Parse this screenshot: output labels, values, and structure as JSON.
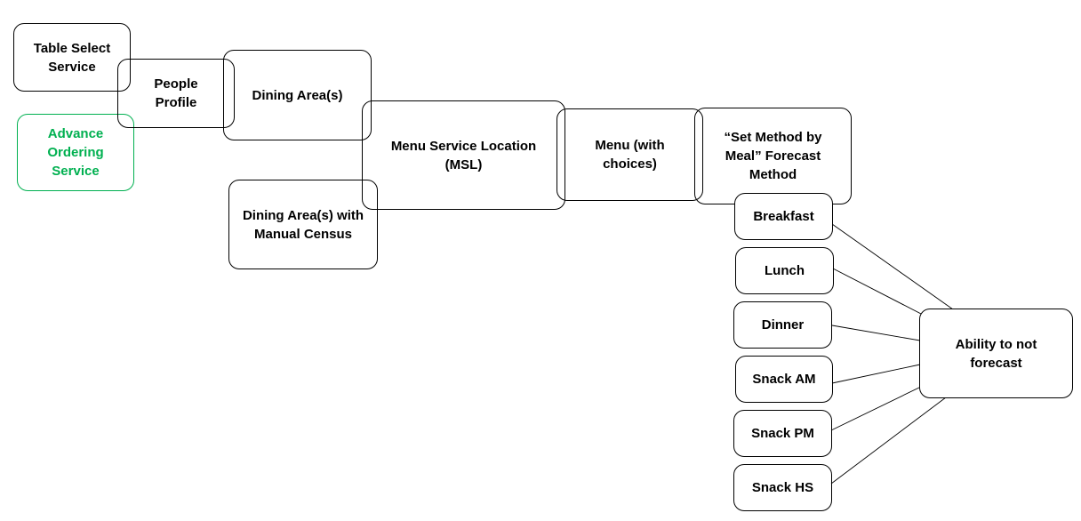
{
  "colors": {
    "stroke": "#000000",
    "text": "#000000",
    "highlight": "#00b050"
  },
  "nodes": {
    "table_select_service": "Table Select Service",
    "advance_ordering_service": "Advance Ordering Service",
    "people_profile": "People Profile",
    "dining_areas": "Dining Area(s)",
    "dining_areas_manual_census": "Dining Area(s) with Manual Census",
    "menu_service_location": "Menu Service Location (MSL)",
    "menu_with_choices": "Menu (with choices)",
    "set_method_by_meal": "“Set Method by Meal” Forecast Method",
    "breakfast": "Breakfast",
    "lunch": "Lunch",
    "dinner": "Dinner",
    "snack_am": "Snack AM",
    "snack_pm": "Snack PM",
    "snack_hs": "Snack HS",
    "ability_to_not_forecast": "Ability to not forecast"
  },
  "connections": [
    {
      "from": "breakfast",
      "to": "ability_to_not_forecast"
    },
    {
      "from": "lunch",
      "to": "ability_to_not_forecast"
    },
    {
      "from": "dinner",
      "to": "ability_to_not_forecast"
    },
    {
      "from": "snack_am",
      "to": "ability_to_not_forecast"
    },
    {
      "from": "snack_pm",
      "to": "ability_to_not_forecast"
    },
    {
      "from": "snack_hs",
      "to": "ability_to_not_forecast"
    }
  ]
}
